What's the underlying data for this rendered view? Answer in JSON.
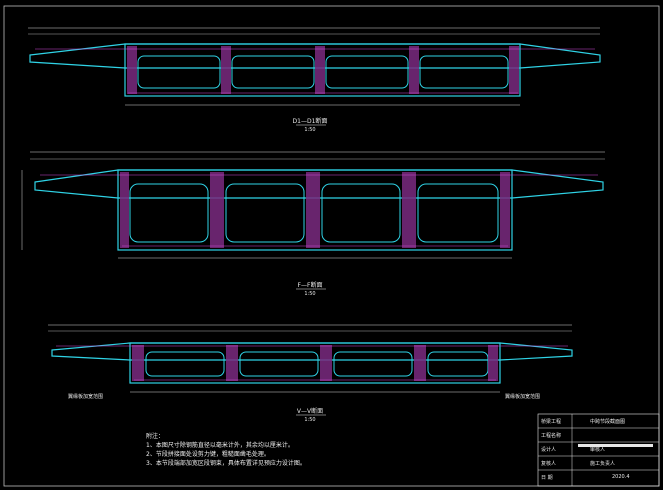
{
  "drawing": {
    "view_labels": {
      "section_top": "D1—D1断面",
      "scale_top": "1:50",
      "section_mid": "F—F断面",
      "scale_mid": "1:50",
      "section_bot": "V—V断面",
      "scale_bot": "1:50"
    },
    "side_labels": {
      "left": "翼缘板加宽范围",
      "right": "翼缘板加宽范围"
    },
    "notes": {
      "heading": "附注：",
      "items": [
        "1、本图尺寸除钢筋直径以毫米计外，其余均以厘米计。",
        "2、节段拼接面处设剪力键，粗糙面凿毛处理。",
        "3、本节段端部加宽区段钢束，具体布置详见预应力设计图。"
      ]
    },
    "title_block": {
      "project": "桥梁工程",
      "drawing_title": "中跨节段截面图",
      "rows": [
        {
          "label": "工程名称",
          "value": ""
        },
        {
          "label": "设计人",
          "value": "审核人"
        },
        {
          "label": "复核人",
          "value": "施工负责人"
        },
        {
          "label": "日 期",
          "value": "2020.4"
        }
      ]
    },
    "colors": {
      "background": "#000000",
      "outline": "#2fd3e6",
      "rebar": "#d24bd6",
      "dimension": "#d8d8d8",
      "text": "#e8e8e8"
    }
  }
}
